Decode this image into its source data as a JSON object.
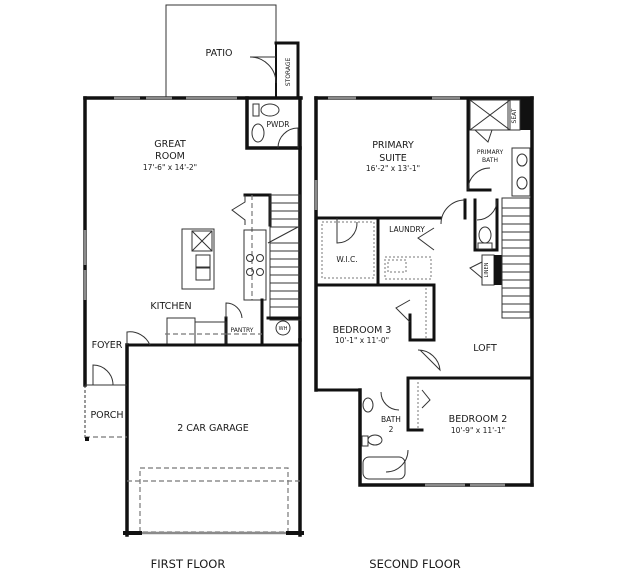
{
  "floors": [
    {
      "title": "FIRST FLOOR",
      "rooms": [
        {
          "name": "PATIO"
        },
        {
          "name": "STORAGE"
        },
        {
          "name": "PWDR"
        },
        {
          "name_line1": "GREAT",
          "name_line2": "ROOM",
          "dims": "17'-6\" x 14'-2\""
        },
        {
          "name": "KITCHEN"
        },
        {
          "name": "PANTRY"
        },
        {
          "name": "WH"
        },
        {
          "name": "FOYER"
        },
        {
          "name": "PORCH"
        },
        {
          "name": "2 CAR GARAGE"
        }
      ]
    },
    {
      "title": "SECOND FLOOR",
      "rooms": [
        {
          "name_line1": "PRIMARY",
          "name_line2": "SUITE",
          "dims": "16'-2\" x 13'-1\""
        },
        {
          "name_line1": "PRIMARY",
          "name_line2": "BATH"
        },
        {
          "name": "SEAT"
        },
        {
          "name": "W.I.C."
        },
        {
          "name": "LAUNDRY"
        },
        {
          "name": "LINEN"
        },
        {
          "name": "BEDROOM 3",
          "dims": "10'-1\" x 11'-0\""
        },
        {
          "name": "LOFT"
        },
        {
          "name_line1": "BATH",
          "name_line2": "2"
        },
        {
          "name": "BEDROOM 2",
          "dims": "10'-9\" x 11'-1\""
        }
      ]
    }
  ]
}
